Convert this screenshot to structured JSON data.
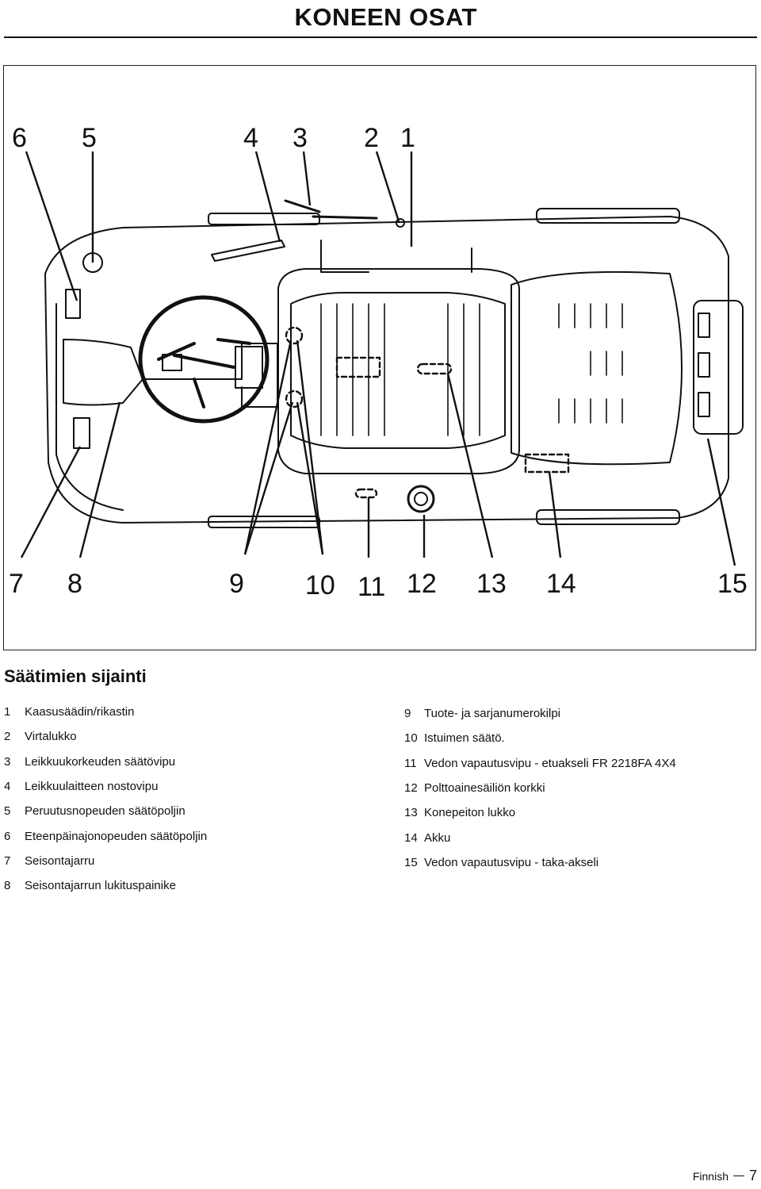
{
  "header": {
    "title": "KONEEN OSAT"
  },
  "figure": {
    "callouts_top": [
      "6",
      "5",
      "4",
      "3",
      "2",
      "1"
    ],
    "callouts_bottom": [
      "7",
      "8",
      "9",
      "10",
      "11",
      "12",
      "13",
      "14",
      "15"
    ]
  },
  "section": {
    "title": "Säätimien sijainti"
  },
  "legend_left": [
    {
      "num": "1",
      "label": "Kaasusäädin/rikastin"
    },
    {
      "num": "2",
      "label": "Virtalukko"
    },
    {
      "num": "3",
      "label": "Leikkuukorkeuden säätövipu"
    },
    {
      "num": "4",
      "label": "Leikkuulaitteen nostovipu"
    },
    {
      "num": "5",
      "label": "Peruutusnopeuden säätöpoljin"
    },
    {
      "num": "6",
      "label": "Eteenpäinajonopeuden säätöpoljin"
    },
    {
      "num": "7",
      "label": "Seisontajarru"
    },
    {
      "num": "8",
      "label": "Seisontajarrun lukituspainike"
    }
  ],
  "legend_right": [
    {
      "num": "9",
      "label": "Tuote- ja sarjanumerokilpi"
    },
    {
      "num": "10",
      "label": "Istuimen säätö."
    },
    {
      "num": "11",
      "label": "Vedon vapautusvipu - etuakseli FR 2218FA 4X4"
    },
    {
      "num": "12",
      "label": "Polttoainesäiliön korkki"
    },
    {
      "num": "13",
      "label": "Konepeiton lukko"
    },
    {
      "num": "14",
      "label": "Akku"
    },
    {
      "num": "15",
      "label": "Vedon vapautusvipu - taka-akseli"
    }
  ],
  "footer": {
    "language": "Finnish",
    "page_number": "7"
  }
}
